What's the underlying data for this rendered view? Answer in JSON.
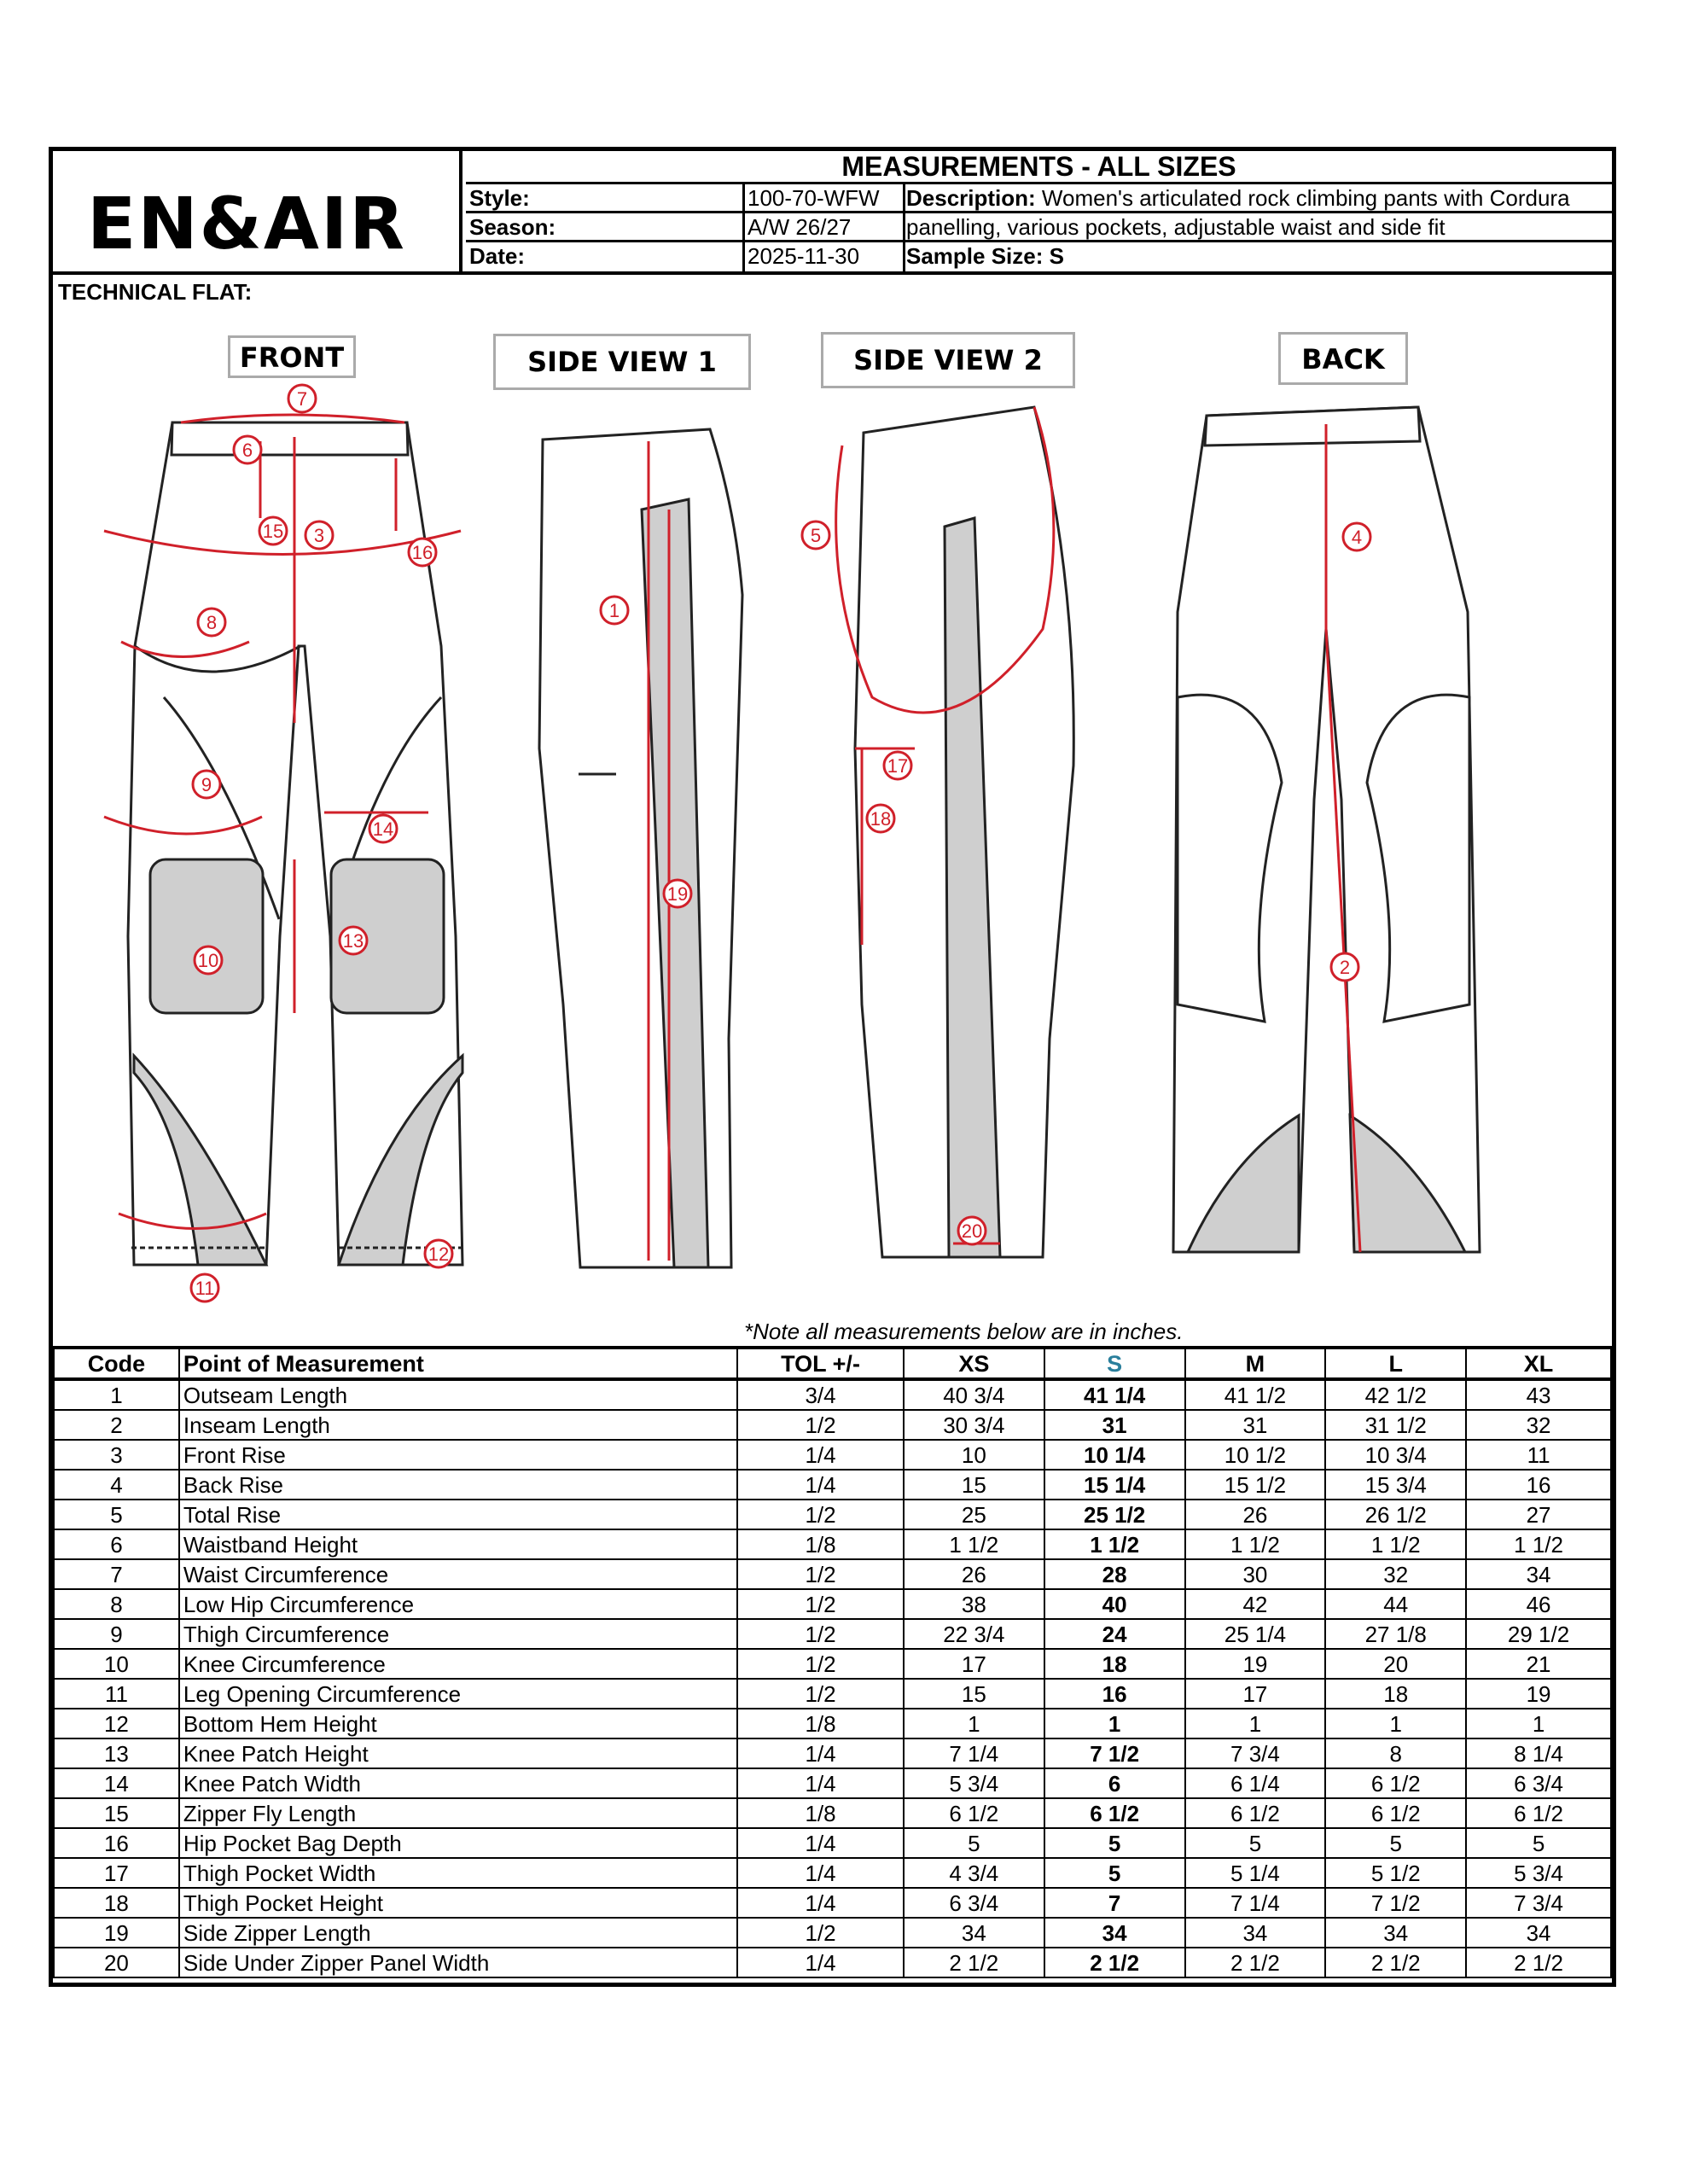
{
  "brand": {
    "logo_text": "EN&AIR"
  },
  "header": {
    "title": "MEASUREMENTS - ALL SIZES",
    "style_label": "Style:",
    "style_value": "100-70-WFW",
    "season_label": "Season:",
    "season_value": "A/W 26/27",
    "date_label": "Date:",
    "date_value": "2025-11-30",
    "description_label": "Description:",
    "description_value": "Women's articulated rock climbing pants with Cordura panelling, various pockets, adjustable waist and side fit",
    "sample_size_label": "Sample Size: S"
  },
  "technical_flat": {
    "label": "TECHNICAL FLAT:",
    "views": [
      "FRONT",
      "SIDE VIEW 1",
      "SIDE VIEW 2",
      "BACK"
    ]
  },
  "note": "*Note all measurements below are in inches.",
  "table": {
    "headers": [
      "Code",
      "Point of Measurement",
      "TOL +/-",
      "XS",
      "S",
      "M",
      "L",
      "XL"
    ],
    "rows": [
      [
        "1",
        "Outseam Length",
        "3/4",
        "40 3/4",
        "41 1/4",
        "41 1/2",
        "42 1/2",
        "43"
      ],
      [
        "2",
        "Inseam Length",
        "1/2",
        "30 3/4",
        "31",
        "31",
        "31 1/2",
        "32"
      ],
      [
        "3",
        "Front Rise",
        "1/4",
        "10",
        "10 1/4",
        "10 1/2",
        "10 3/4",
        "11"
      ],
      [
        "4",
        "Back Rise",
        "1/4",
        "15",
        "15 1/4",
        "15 1/2",
        "15 3/4",
        "16"
      ],
      [
        "5",
        "Total Rise",
        "1/2",
        "25",
        "25 1/2",
        "26",
        "26 1/2",
        "27"
      ],
      [
        "6",
        "Waistband Height",
        "1/8",
        "1 1/2",
        "1 1/2",
        "1 1/2",
        "1 1/2",
        "1 1/2"
      ],
      [
        "7",
        "Waist Circumference",
        "1/2",
        "26",
        "28",
        "30",
        "32",
        "34"
      ],
      [
        "8",
        "Low Hip Circumference",
        "1/2",
        "38",
        "40",
        "42",
        "44",
        "46"
      ],
      [
        "9",
        "Thigh Circumference",
        "1/2",
        "22 3/4",
        "24",
        "25 1/4",
        "27 1/8",
        "29 1/2"
      ],
      [
        "10",
        "Knee Circumference",
        "1/2",
        "17",
        "18",
        "19",
        "20",
        "21"
      ],
      [
        "11",
        "Leg Opening Circumference",
        "1/2",
        "15",
        "16",
        "17",
        "18",
        "19"
      ],
      [
        "12",
        "Bottom Hem Height",
        "1/8",
        "1",
        "1",
        "1",
        "1",
        "1"
      ],
      [
        "13",
        "Knee Patch Height",
        "1/4",
        "7 1/4",
        "7 1/2",
        "7 3/4",
        "8",
        "8 1/4"
      ],
      [
        "14",
        "Knee Patch Width",
        "1/4",
        "5 3/4",
        "6",
        "6 1/4",
        "6 1/2",
        "6 3/4"
      ],
      [
        "15",
        "Zipper Fly Length",
        "1/8",
        "6 1/2",
        "6 1/2",
        "6 1/2",
        "6 1/2",
        "6 1/2"
      ],
      [
        "16",
        "Hip Pocket Bag Depth",
        "1/4",
        "5",
        "5",
        "5",
        "5",
        "5"
      ],
      [
        "17",
        "Thigh Pocket Width",
        "1/4",
        "4 3/4",
        "5",
        "5 1/4",
        "5 1/2",
        "5 3/4"
      ],
      [
        "18",
        "Thigh Pocket Height",
        "1/4",
        "6 3/4",
        "7",
        "7 1/4",
        "7 1/2",
        "7 3/4"
      ],
      [
        "19",
        "Side Zipper Length",
        "1/2",
        "34",
        "34",
        "34",
        "34",
        "34"
      ],
      [
        "20",
        "Side Under Zipper Panel Width",
        "1/4",
        "2 1/2",
        "2 1/2",
        "2 1/2",
        "2 1/2",
        "2 1/2"
      ]
    ]
  },
  "callout_numbers": {
    "front": [
      "7",
      "6",
      "15",
      "3",
      "16",
      "8",
      "9",
      "14",
      "13",
      "10",
      "11",
      "12"
    ],
    "side1": [
      "1",
      "19"
    ],
    "side2": [
      "5",
      "17",
      "18",
      "20"
    ],
    "back": [
      "4",
      "2"
    ]
  },
  "colors": {
    "callout": "#d0202a",
    "sample_size_header": "#2a7f9c",
    "panel_fill": "#cfcfcf"
  }
}
